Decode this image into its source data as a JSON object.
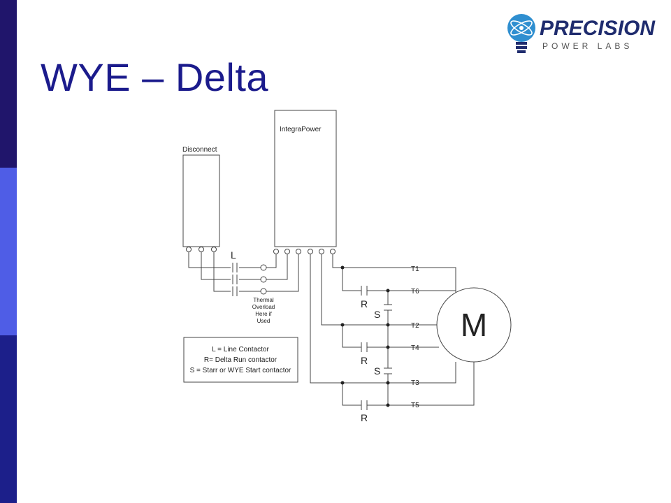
{
  "slide": {
    "title": "WYE – Delta"
  },
  "logo": {
    "name": "PRECISION",
    "tagline": "POWER LABS"
  },
  "colors": {
    "title": "#1b1b8c",
    "bar_top": "#20156b",
    "bar_mid": "#4f5de6",
    "bar_bot": "#1c1f8a",
    "logo_blue": "#2f8fd0",
    "logo_navy": "#1f2c6e"
  },
  "diagram": {
    "disconnect_label": "Disconnect",
    "integrapower_label": "IntegraPower",
    "line_contactor_label": "L",
    "overload_note": [
      "Thermal",
      "Overload",
      "Here if",
      "Used"
    ],
    "legend": [
      "L = Line Contactor",
      "R=  Delta Run contactor",
      "S = Starr or WYE Start contactor"
    ],
    "motor_label": "M",
    "terminals": [
      "T1",
      "T6",
      "T2",
      "T4",
      "T3",
      "T5"
    ],
    "run_contactor_label": "R",
    "start_contactor_label": "S"
  }
}
